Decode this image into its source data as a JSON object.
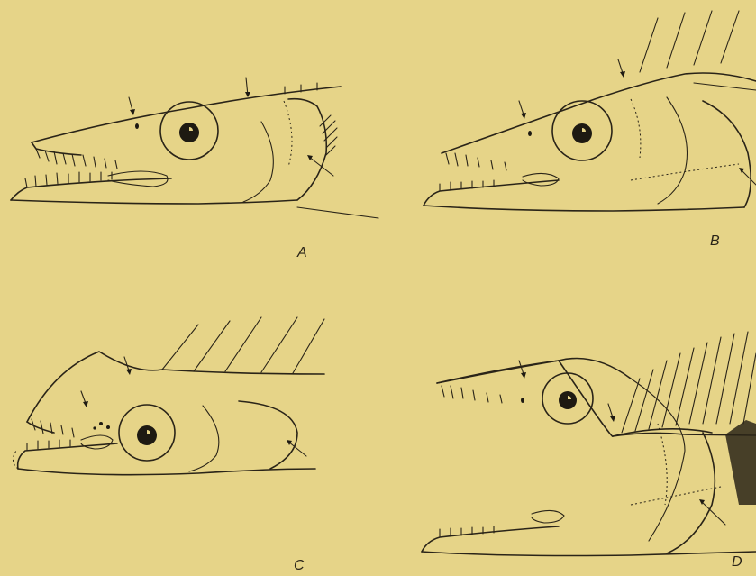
{
  "figure": {
    "panels": [
      {
        "id": "A",
        "label": "A"
      },
      {
        "id": "B",
        "label": "B"
      },
      {
        "id": "C",
        "label": "C"
      },
      {
        "id": "D",
        "label": "D"
      }
    ],
    "colors": {
      "background": "#e6d488",
      "ink": "#2a2418"
    }
  }
}
